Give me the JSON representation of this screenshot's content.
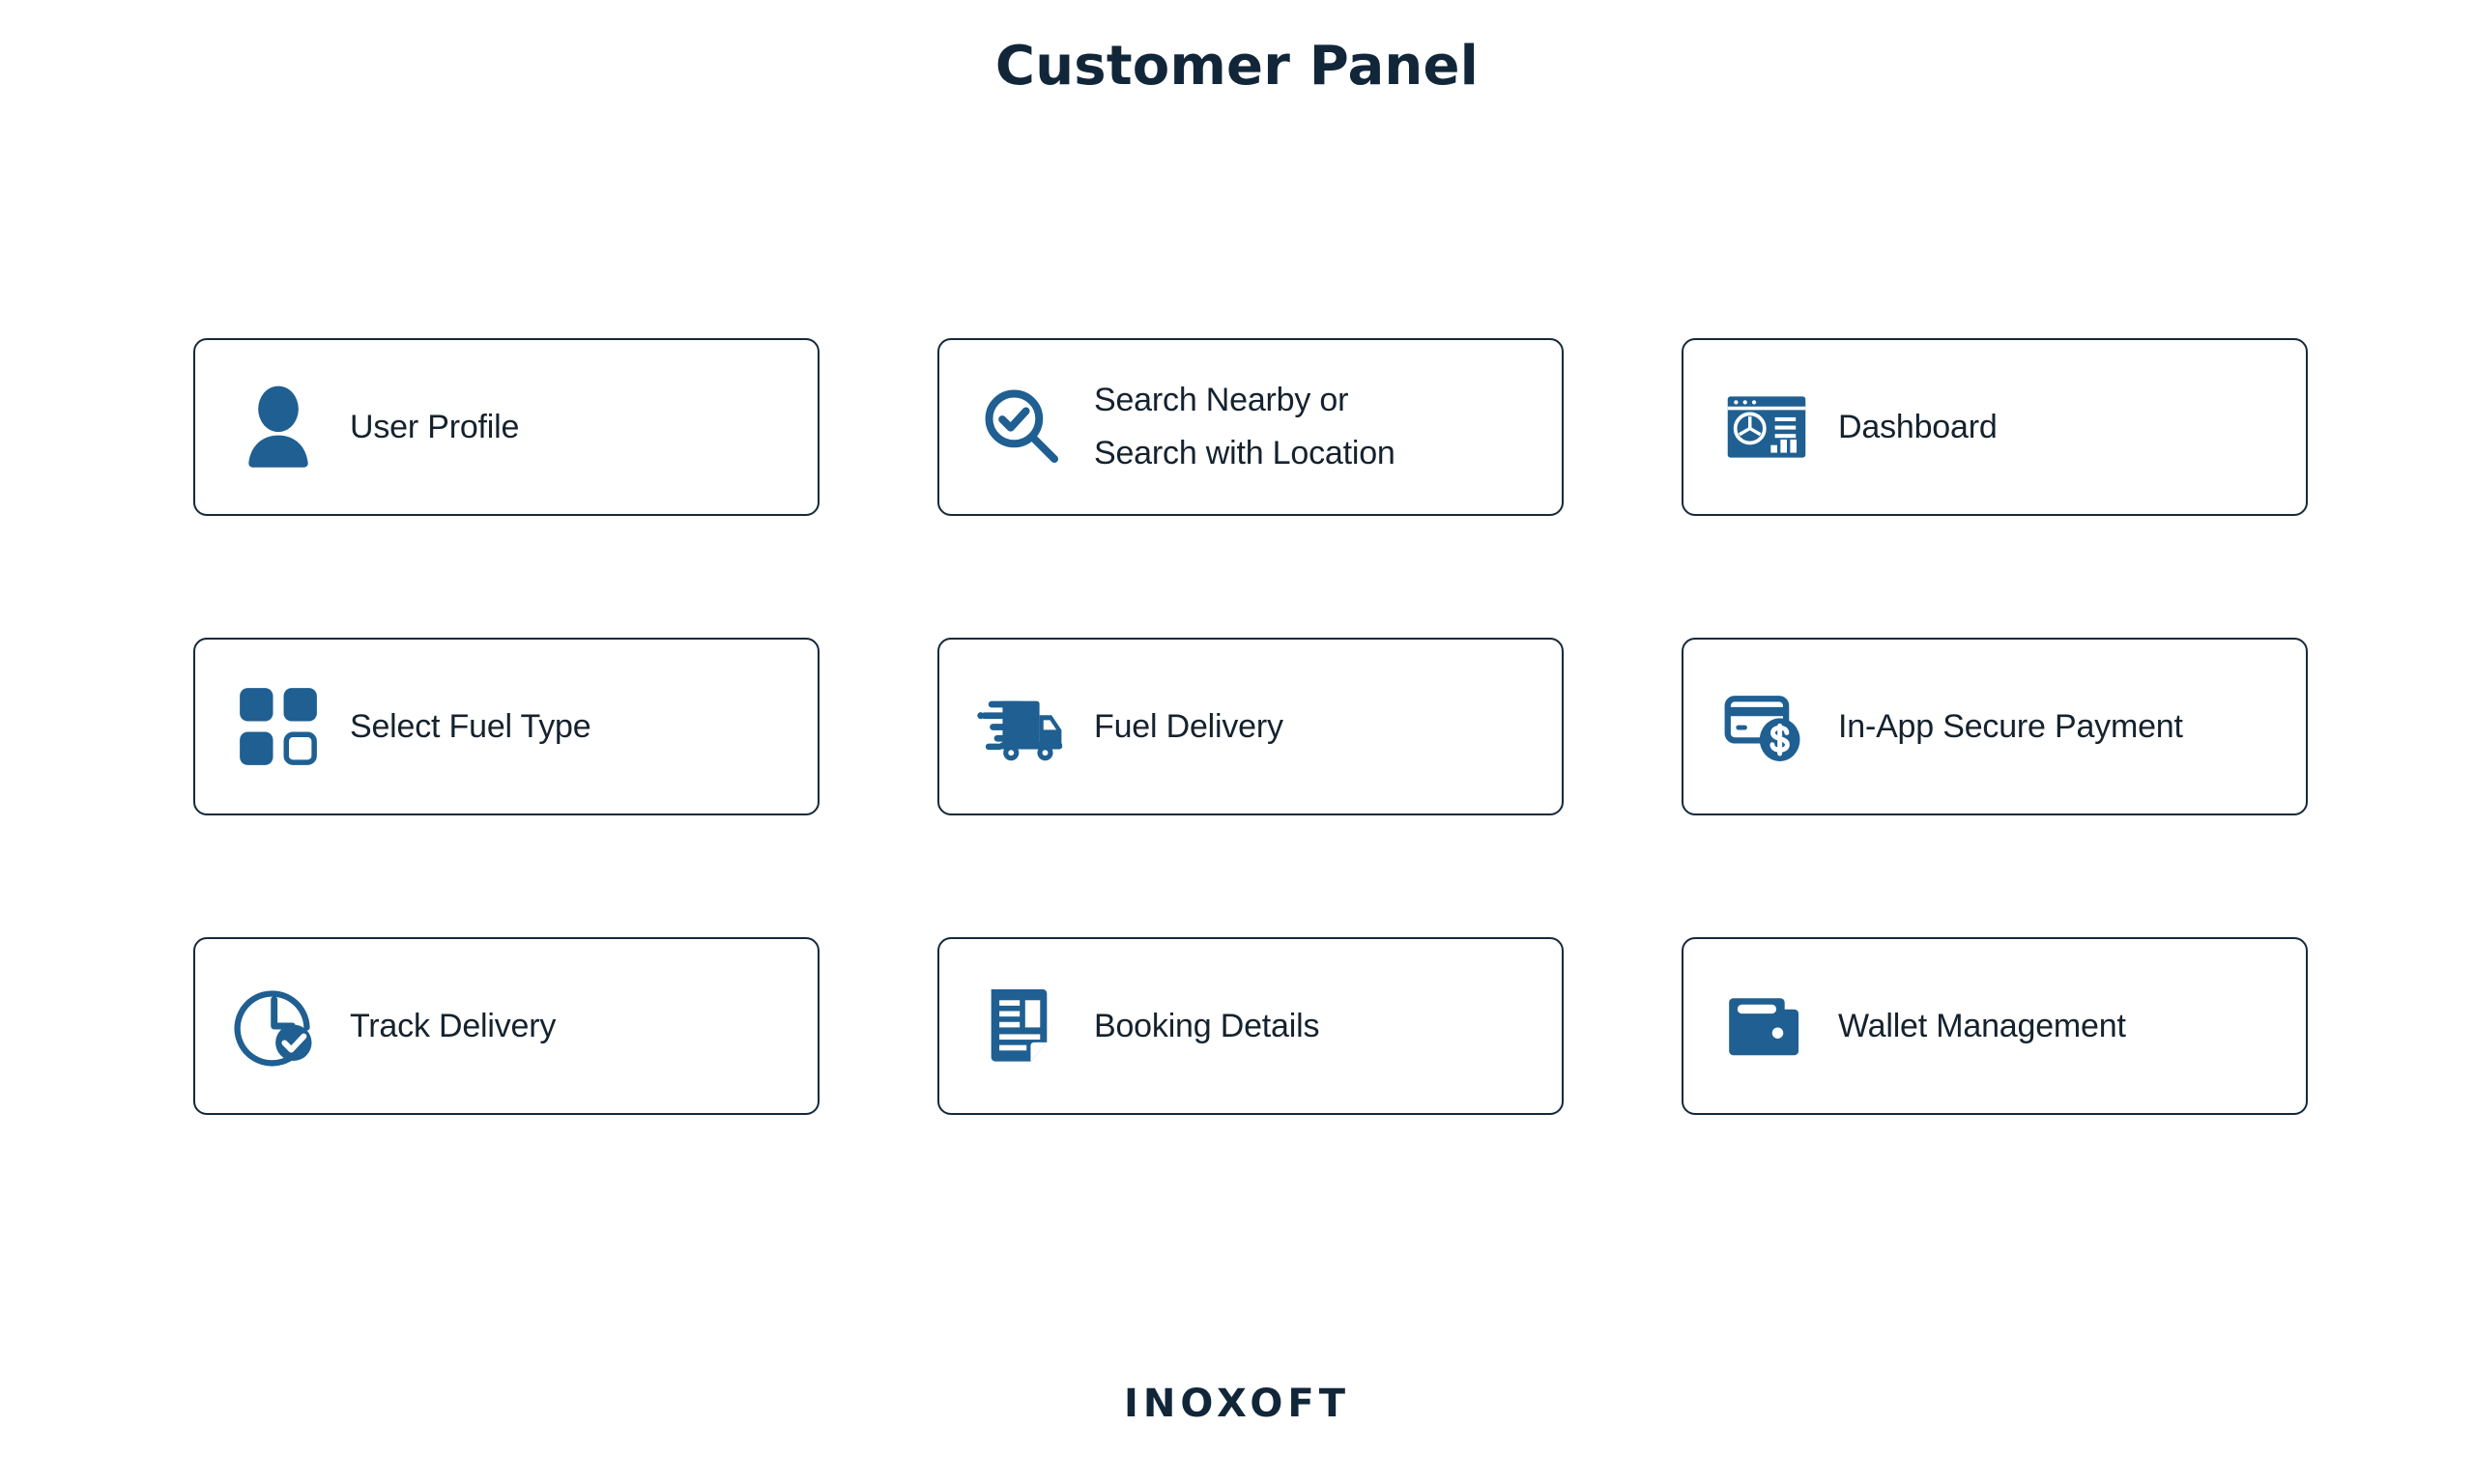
{
  "header": {
    "title": "Customer Panel"
  },
  "colors": {
    "icon_blue": "#1F5F92",
    "card_border": "#15293c",
    "title_navy": "#12263a",
    "label_text": "#15222e",
    "background": "#ffffff"
  },
  "cards": [
    {
      "label": "User Profile",
      "icon": "user-profile-icon"
    },
    {
      "label": "Search Nearby or\nSearch with Location",
      "icon": "search-check-icon"
    },
    {
      "label": "Dashboard",
      "icon": "dashboard-icon"
    },
    {
      "label": "Select Fuel Type",
      "icon": "grid-squares-icon"
    },
    {
      "label": "Fuel Delivery",
      "icon": "delivery-truck-icon"
    },
    {
      "label": "In-App Secure Payment",
      "icon": "credit-card-dollar-icon"
    },
    {
      "label": "Track Delivery",
      "icon": "clock-check-icon"
    },
    {
      "label": "Booking Details",
      "icon": "document-lines-icon"
    },
    {
      "label": "Wallet Management",
      "icon": "wallet-icon"
    }
  ],
  "footer": {
    "brand": "INOXOFT"
  }
}
